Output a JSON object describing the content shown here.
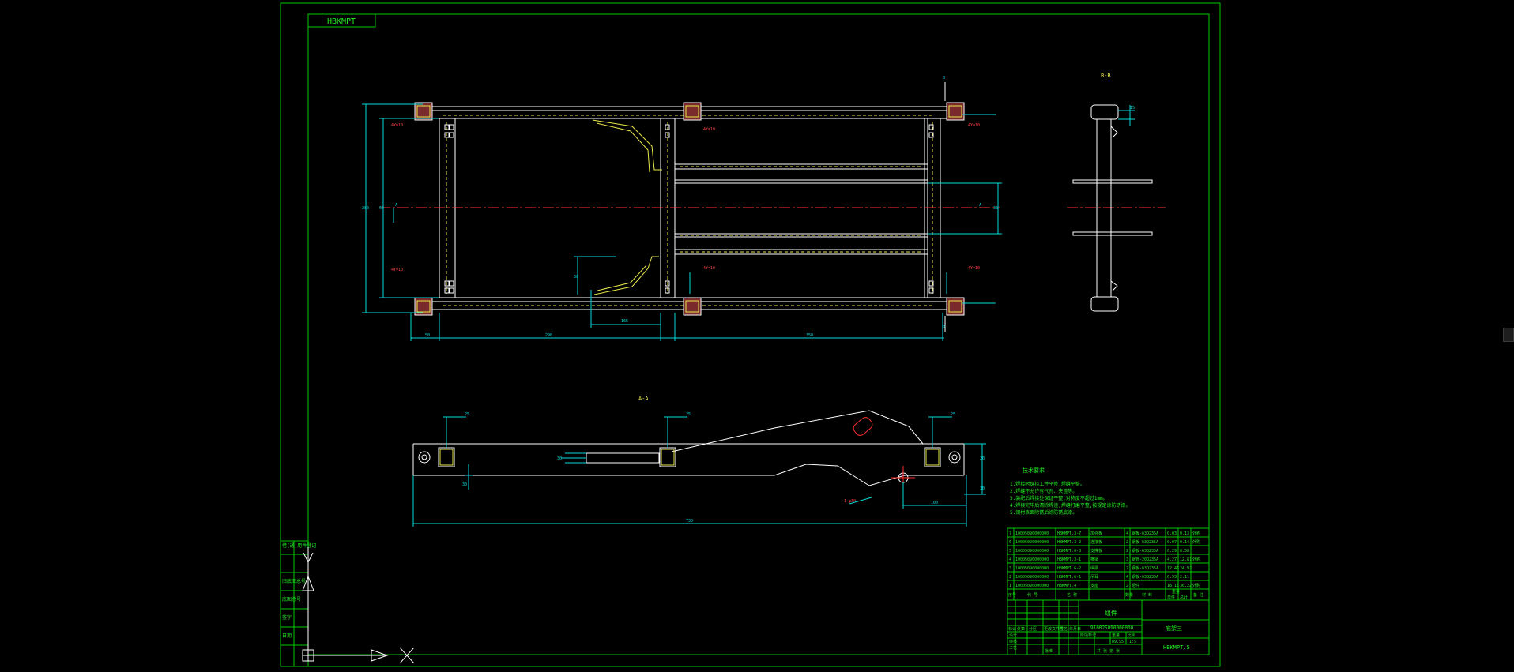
{
  "colors": {
    "background": "#000000",
    "frame": "#00c800",
    "outline": "#ffffff",
    "hidden": "#e8e84a",
    "dimension": "#00dcdc",
    "centerline": "#ff3030",
    "weld": "#ff4040",
    "text_green": "#22ee22"
  },
  "drawing": {
    "top_label": "HBKMPT",
    "section_bb": "B-B",
    "section_aa": "A-A",
    "marker_a": "A",
    "marker_b": "B",
    "weld_labels": [
      "4Y=10",
      "4Y=10",
      "4Y=10",
      "4Y=10",
      "4Y=10",
      "4Y=10",
      "1-φ30"
    ],
    "dim_plan_left": "50",
    "dim_plan_mid": "290",
    "dim_plan_right": "350",
    "dim_plan_height": "280",
    "dim_plan_inner": "35",
    "dim_plan_cut": "165",
    "dim_plan_cut_h": "30",
    "dim_plan_strip": "60",
    "dim_section_top": "15",
    "dim_aa_total": "730",
    "dim_aa_right": "100",
    "dim_aa_1": "25",
    "dim_aa_2": "25",
    "dim_aa_3": "25",
    "dim_aa_h1": "20",
    "dim_aa_h2": "30",
    "dim_aa_v1": "30",
    "dim_aa_v2": "30",
    "notes_title": "技术要求",
    "notes": [
      "1.焊接时保持工件平整,焊缝平整。",
      "2.焊缝不允许有气孔、夹渣等。",
      "3.装配后焊接处保证平整,对称度不超过1mm。",
      "4.焊接完毕后清除焊渣,焊缝打磨平整,按规定涂防锈漆。",
      "5.钢材表面除锈后涂防锈底漆。"
    ]
  },
  "bom_rows": [
    [
      "7",
      "10005090000000",
      "HBKMPT.3-7",
      "加强板",
      "4",
      "钢板-δ3Q235A",
      "0.03",
      "0.13",
      "外购"
    ],
    [
      "6",
      "10005090000000",
      "HBKMPT.3-2",
      "连接板",
      "2",
      "钢板-δ3Q235A",
      "0.07",
      "0.14",
      "外购"
    ],
    [
      "5",
      "10005090000000",
      "HBKMPT.6-3",
      "支撑板",
      "2",
      "钢板-δ3Q235A",
      "0.29",
      "0.58",
      ""
    ],
    [
      "4",
      "10005090000000",
      "HBKMPT.3-1",
      "横梁",
      "3",
      "钢管-20Q235A",
      "4.27",
      "12.81",
      "外购"
    ],
    [
      "3",
      "10005090000000",
      "HBKMPT.6-2",
      "纵梁",
      "2",
      "钢板-δ3Q235A",
      "12.46",
      "24.92",
      ""
    ],
    [
      "2",
      "10005090000000",
      "HBKMPT.6-1",
      "吊耳",
      "4",
      "钢板-δ3Q235A",
      "0.53",
      "2.11",
      ""
    ],
    [
      "1",
      "10005090000000",
      "HBKMPT.4",
      "支座",
      "2",
      "组件",
      "18.11",
      "36.22",
      "外购"
    ]
  ],
  "bom_header": [
    "序号",
    "代 号",
    "名 称",
    "数量",
    "材 料",
    "单件",
    "总计",
    "备 注"
  ],
  "bom_weight": "重量",
  "title_block": {
    "material": "组件",
    "doc_number": "910025090000000",
    "name": "底架三",
    "code": "HBKMPT.5",
    "marks": [
      "标记",
      "处数",
      "分区",
      "更改文件号",
      "签名",
      "年月日"
    ],
    "roles": [
      "设计",
      "审核",
      "工艺",
      "批准"
    ],
    "scale_labels": [
      "阶段标记",
      "重量",
      "比例"
    ],
    "scale_value": "1:5",
    "weight_value": "89.55",
    "sheet": "共 张 第 张"
  },
  "side_stamps": [
    "借(通)用件登记",
    "旧底图总号",
    "底图总号",
    "签字",
    "日期"
  ]
}
